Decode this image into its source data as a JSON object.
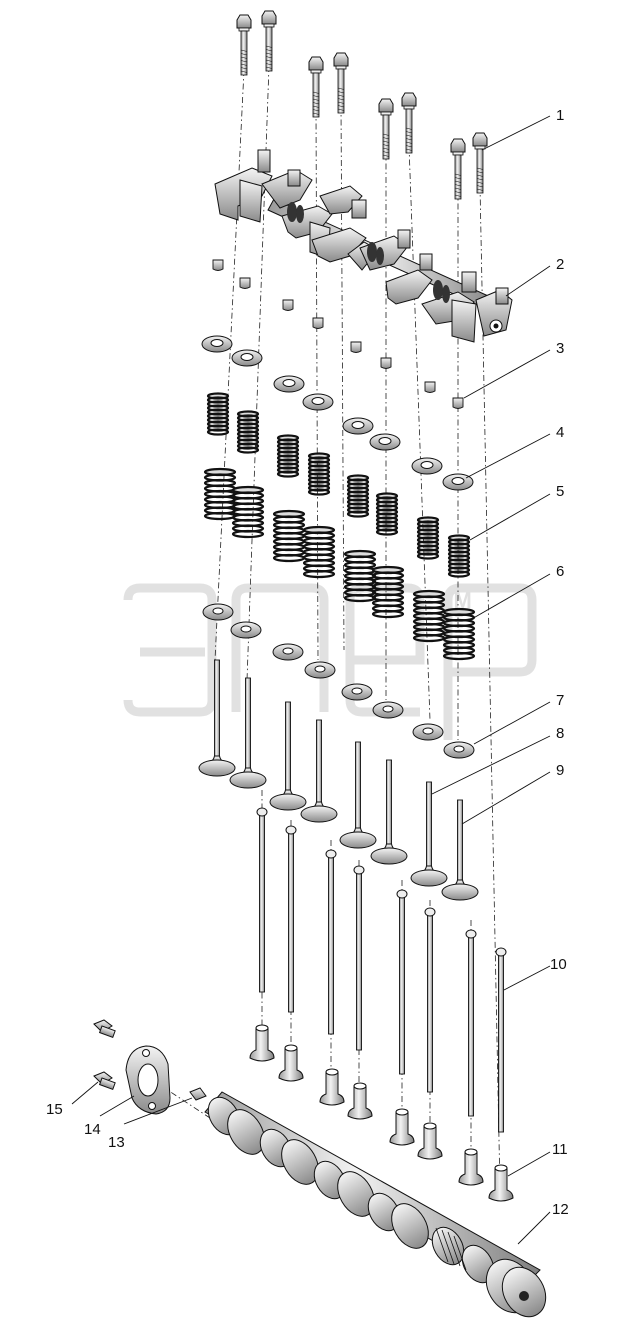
{
  "callouts": [
    {
      "id": "1",
      "label": "1"
    },
    {
      "id": "2",
      "label": "2"
    },
    {
      "id": "3",
      "label": "3"
    },
    {
      "id": "4",
      "label": "4"
    },
    {
      "id": "5",
      "label": "5"
    },
    {
      "id": "6",
      "label": "6"
    },
    {
      "id": "7",
      "label": "7"
    },
    {
      "id": "8",
      "label": "8"
    },
    {
      "id": "9",
      "label": "9"
    },
    {
      "id": "10",
      "label": "10"
    },
    {
      "id": "11",
      "label": "11"
    },
    {
      "id": "12",
      "label": "12"
    },
    {
      "id": "13",
      "label": "13"
    },
    {
      "id": "14",
      "label": "14"
    },
    {
      "id": "15",
      "label": "15"
    }
  ],
  "watermark": {
    "tm": "TM"
  },
  "colors": {
    "line": "#111111",
    "spring": "#1a1a1a",
    "watermark": "#cfcfcf",
    "background": "#ffffff"
  }
}
